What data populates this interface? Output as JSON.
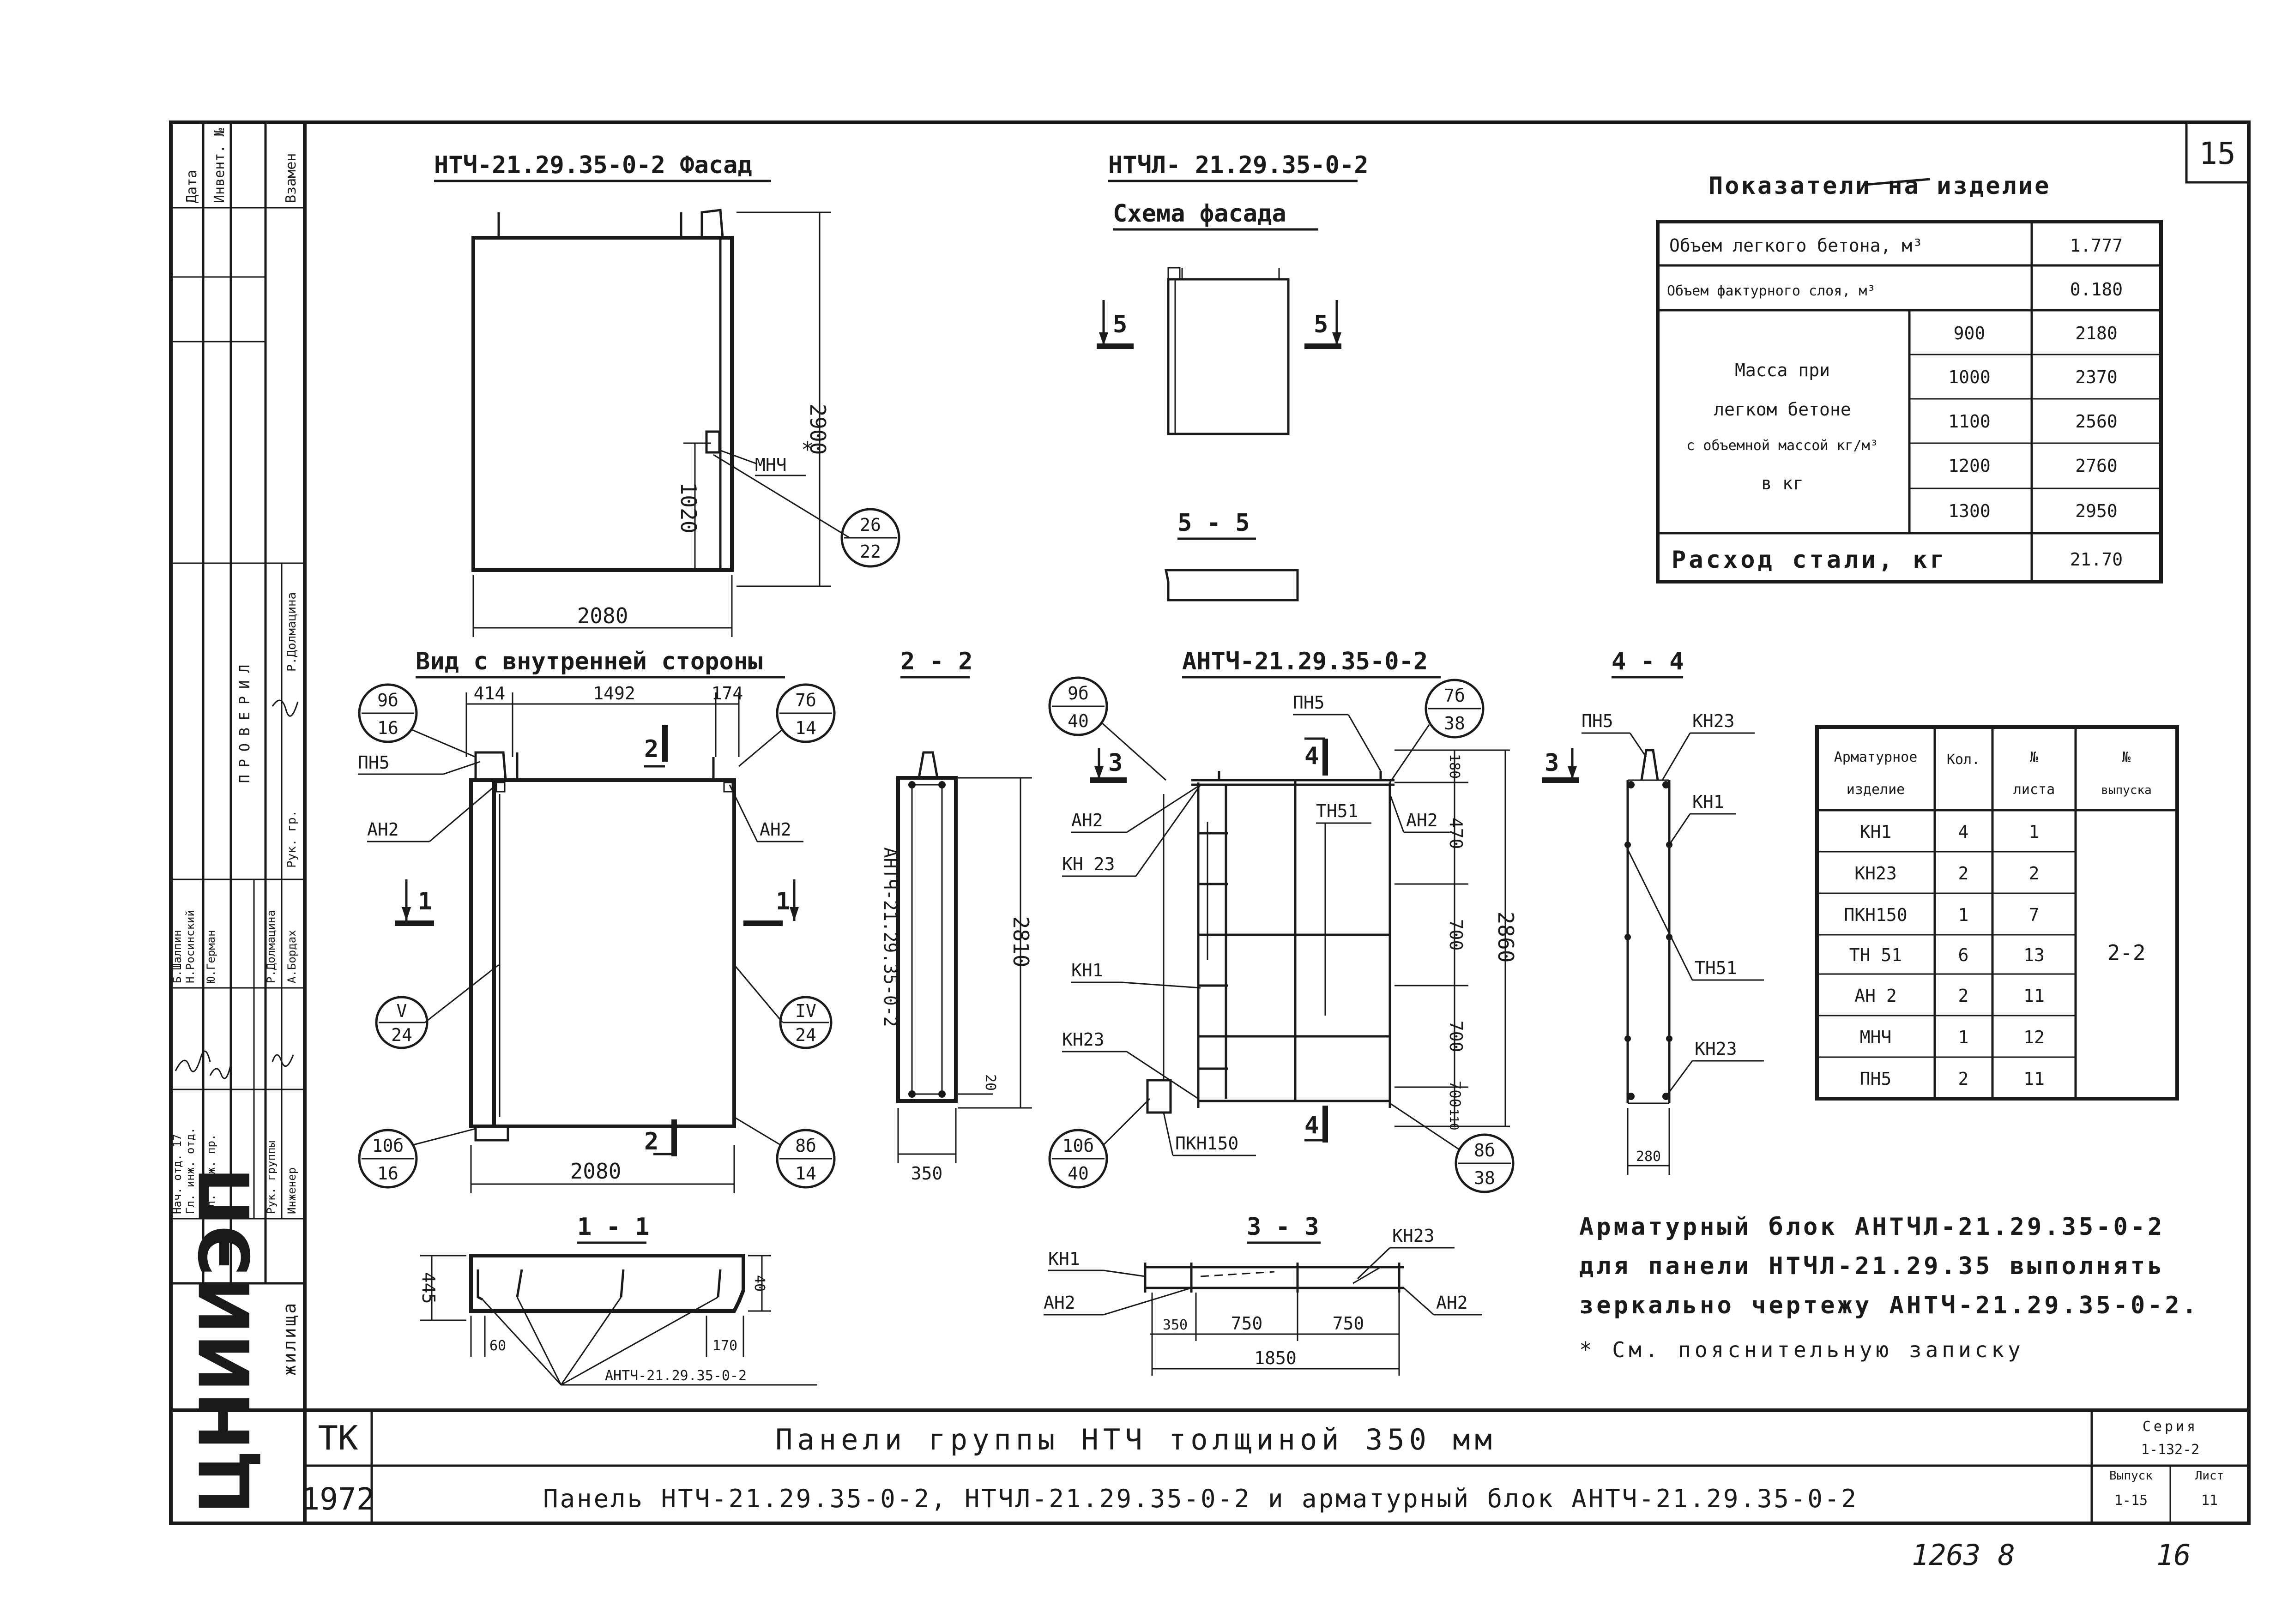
{
  "sheet": {
    "page_number": "15",
    "bottom_note_left": "1263 8",
    "bottom_note_right": "16"
  },
  "views": {
    "facade_title": "НТЧ-21.29.35-0-2 Фасад",
    "facade_width": "2080",
    "facade_height": "2900",
    "facade_height_star": "*",
    "facade_insert_height": "1020",
    "facade_mnch": "МНЧ",
    "facade_bubble_top": "26",
    "facade_bubble_bottom": "22",
    "mirror_title": "НТЧЛ- 21.29.35-0-2",
    "mirror_subtitle": "Схема фасада",
    "mirror_cut_left": "5",
    "mirror_cut_right": "5",
    "section55_title": "5 - 5",
    "inner_title": "Вид с внутренней стороны",
    "inner_dim_a": "414",
    "inner_dim_b": "1492",
    "inner_dim_c": "174",
    "inner_width": "2080",
    "inner_cut1_left": "1",
    "inner_cut1_right": "1",
    "inner_cut2_top": "2",
    "inner_cut2_bottom": "2",
    "inner_pn5": "ПН5",
    "inner_an2_left": "АН2",
    "inner_an2_right": "АН2",
    "b_9_top": "9б",
    "b_9_bot": "16",
    "b_7_top": "7б",
    "b_7_bot": "14",
    "b_v_top": "V",
    "b_v_bot": "24",
    "b_iv_top": "IV",
    "b_iv_bot": "24",
    "b_10_top": "10б",
    "b_10_bot": "16",
    "b_8_top": "8б",
    "b_8_bot": "14",
    "sec22_title": "2 - 2",
    "sec22_label": "АНТЧ-21.29.35-0-2",
    "sec22_height": "2810",
    "sec22_small": "20",
    "sec22_width": "350",
    "block_title": "АНТЧ-21.29.35-0-2",
    "block_pn5": "ПН5",
    "block_an2_left": "АН2",
    "block_an2_right": "АН2",
    "block_tn51": "ТН51",
    "block_kn23_a": "КН 23",
    "block_kn1": "КН1",
    "block_kn23_b": "КН23",
    "block_pkn150": "ПКН150",
    "block_cut3_left": "3",
    "block_cut3_right": "3",
    "block_cut4_top": "4",
    "block_cut4_bottom": "4",
    "block_dim_180": "180",
    "block_dim_470": "470",
    "block_dim_700a": "700",
    "block_dim_700b": "700",
    "block_dim_700c": "700",
    "block_dim_110": "110",
    "block_dim_total": "2860",
    "bb_9_top": "9б",
    "bb_9_bot": "40",
    "bb_7_top": "7б",
    "bb_7_bot": "38",
    "bb_10_top": "10б",
    "bb_10_bot": "40",
    "bb_8_top": "8б",
    "bb_8_bot": "38",
    "sec44_title": "4 - 4",
    "sec44_pn5": "ПН5",
    "sec44_kn23_top": "КН23",
    "sec44_kn1": "КН1",
    "sec44_tn51": "ТН51",
    "sec44_kn23_bot": "КН23",
    "sec44_width": "280",
    "sec11_title": "1 - 1",
    "sec11_height": "445",
    "sec11_40": "40",
    "sec11_60": "60",
    "sec11_170": "170",
    "sec11_label": "АНТЧ-21.29.35-0-2",
    "sec33_title": "3 - 3",
    "sec33_kn1": "КН1",
    "sec33_an2_left": "АН2",
    "sec33_an2_right": "АН2",
    "sec33_kn23": "КН23",
    "sec33_350": "350",
    "sec33_750a": "750",
    "sec33_750b": "750",
    "sec33_total": "1850"
  },
  "indicators": {
    "title": "Показатели на изделие",
    "volume_light_label": "Объем легкого бетона, м³",
    "volume_light_value": "1.777",
    "volume_facing_label": "Объем фактурного слоя, м³",
    "volume_facing_value": "0.180",
    "mass_label_1": "Масса при",
    "mass_label_2": "легком бетоне",
    "mass_label_3": "с объемной массой кг/м³",
    "mass_label_4": "в кг",
    "mass_rows": [
      {
        "density": "900",
        "mass": "2180"
      },
      {
        "density": "1000",
        "mass": "2370"
      },
      {
        "density": "1100",
        "mass": "2560"
      },
      {
        "density": "1200",
        "mass": "2760"
      },
      {
        "density": "1300",
        "mass": "2950"
      }
    ],
    "steel_label": "Расход стали, кг",
    "steel_value": "21.70"
  },
  "armature": {
    "h_item_1": "Арматурное",
    "h_item_2": "изделие",
    "h_qty": "Кол.",
    "h_sheet_1": "№",
    "h_sheet_2": "листа",
    "h_issue_1": "№",
    "h_issue_2": "выпуска",
    "issue_value": "2-2",
    "rows": [
      {
        "item": "КН1",
        "qty": "4",
        "sheet": "1"
      },
      {
        "item": "КН23",
        "qty": "2",
        "sheet": "2"
      },
      {
        "item": "ПКН150",
        "qty": "1",
        "sheet": "7"
      },
      {
        "item": "ТН 51",
        "qty": "6",
        "sheet": "13"
      },
      {
        "item": "АН 2",
        "qty": "2",
        "sheet": "11"
      },
      {
        "item": "МНЧ",
        "qty": "1",
        "sheet": "12"
      },
      {
        "item": "ПН5",
        "qty": "2",
        "sheet": "11"
      }
    ]
  },
  "notes": {
    "line1": "Арматурный блок АНТЧЛ-21.29.35-0-2",
    "line2": "для панели НТЧЛ-21.29.35 выполнять",
    "line3": "зеркально чертежу АНТЧ-21.29.35-0-2.",
    "footnote": "* См. пояснительную записку"
  },
  "stamp": {
    "org_main": "ЦНИИЭП",
    "org_sub": "жилища",
    "tk": "ТК",
    "year": "1972",
    "title_line1": "Панели группы НТЧ толщиной 350 мм",
    "title_line2": "Панель НТЧ-21.29.35-0-2, НТЧЛ-21.29.35-0-2 и арматурный блок АНТЧ-21.29.35-0-2",
    "series_label": "Серия",
    "series_value": "1-132-2",
    "issue_label": "Выпуск",
    "issue_value": "1-15",
    "sheet_label": "Лист",
    "sheet_value": "11",
    "verified_label": "ПРОВЕРИЛ",
    "verified_name": "Р.Долмацина",
    "group_head": "Рук. гр.",
    "roles": [
      {
        "role": "Нач. отд. 17",
        "name": "Б.Шалпин"
      },
      {
        "role": "Гл. инж. отд.",
        "name": "Н.Росинский"
      },
      {
        "role": "Гл. инж. пр.",
        "name": "Ю.Герман"
      },
      {
        "role": "Рук. группы",
        "name": "Р.Долмацина"
      },
      {
        "role": "Инженер",
        "name": "А.Бордах"
      }
    ],
    "side_date": "Дата",
    "side_inv": "Инвент. №",
    "side_replace": "Взамен"
  }
}
